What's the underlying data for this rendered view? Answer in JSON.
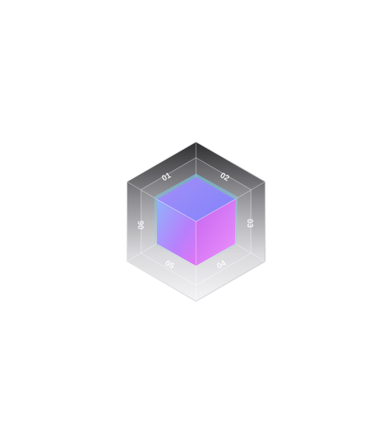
{
  "diagram": {
    "segments": [
      "01",
      "02",
      "03",
      "04",
      "05",
      "06"
    ],
    "outer_labels": {
      "top_left": "",
      "top_right": "",
      "left": "",
      "right": "",
      "bottom_left": "",
      "bottom_right": ""
    }
  }
}
